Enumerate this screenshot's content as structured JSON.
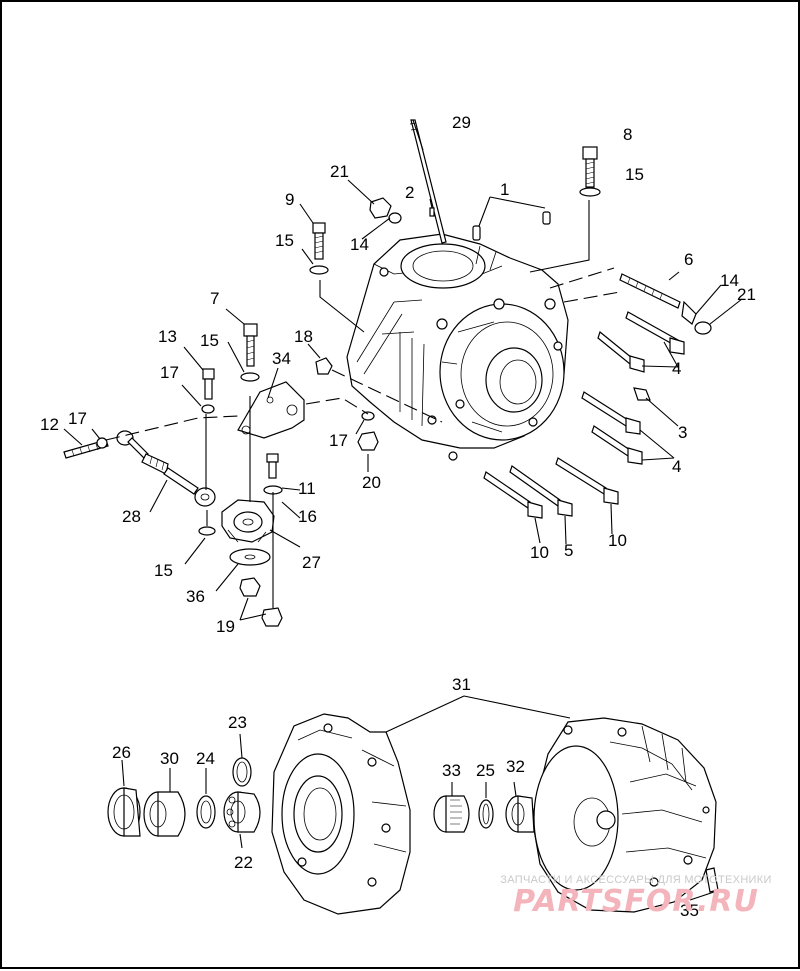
{
  "callouts": {
    "c1": "1",
    "c2": "2",
    "c3": "3",
    "c4a": "4",
    "c4b": "4",
    "c5": "5",
    "c6": "6",
    "c7": "7",
    "c8": "8",
    "c9": "9",
    "c10a": "10",
    "c10b": "10",
    "c11": "11",
    "c12": "12",
    "c13": "13",
    "c14a": "14",
    "c14b": "14",
    "c15a": "15",
    "c15b": "15",
    "c15c": "15",
    "c15d": "15",
    "c16": "16",
    "c17a": "17",
    "c17b": "17",
    "c17c": "17",
    "c18": "18",
    "c19": "19",
    "c20": "20",
    "c21a": "21",
    "c21b": "21",
    "c22": "22",
    "c23": "23",
    "c24": "24",
    "c25": "25",
    "c26": "26",
    "c27": "27",
    "c28": "28",
    "c29": "29",
    "c30": "30",
    "c31": "31",
    "c32": "32",
    "c33": "33",
    "c34": "34",
    "c35": "35",
    "c36": "36"
  },
  "watermark": {
    "tagline": "ЗАПЧАСТИ И АКСЕССУАРЫ ДЛЯ МОТОТЕХНИКИ",
    "brand": "PARTSFOR.RU"
  }
}
